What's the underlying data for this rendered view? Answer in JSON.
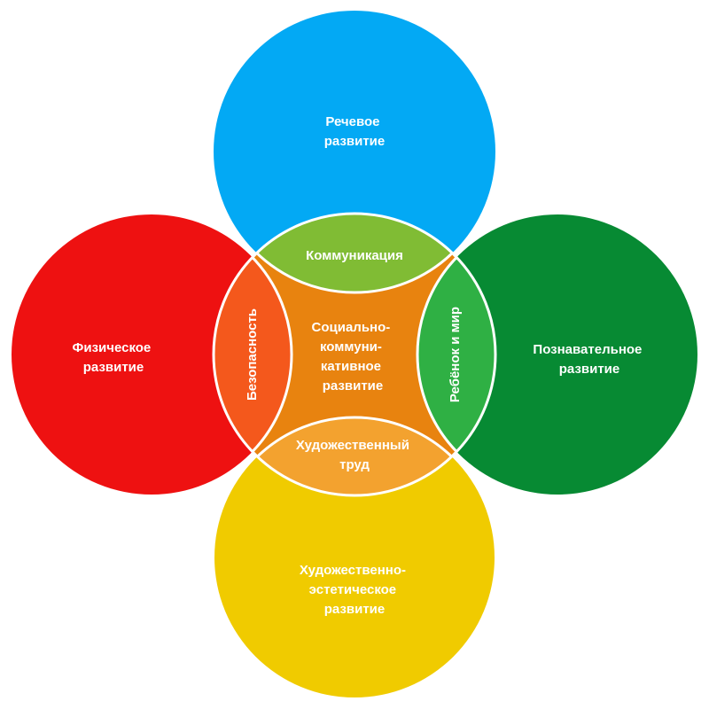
{
  "title": "Образовательные области",
  "colors": {
    "background": "#ffffff",
    "outline": "#ffffff",
    "center": "#E8830F",
    "speech": "#03A9F4",
    "physical": "#EE1111",
    "cognitive": "#078A33",
    "artistic": "#F0CB00",
    "communication_lens": "#80BC34",
    "safety_lens": "#F4581C",
    "world_lens": "#2FB044",
    "labor_lens": "#F3A22F"
  },
  "outer_circles": [
    {
      "id": "speech",
      "lines": [
        "Речевое",
        "развитие"
      ]
    },
    {
      "id": "physical",
      "lines": [
        "Физическое",
        "развитие"
      ]
    },
    {
      "id": "cognitive",
      "lines": [
        "Познавательное",
        "развитие"
      ]
    },
    {
      "id": "artistic",
      "lines": [
        "Художественно-",
        "эстетическое",
        "развитие"
      ]
    }
  ],
  "lenses": [
    {
      "id": "communication",
      "lines": [
        "Коммуникация"
      ]
    },
    {
      "id": "safety",
      "lines": [
        "Безопасность"
      ]
    },
    {
      "id": "world",
      "lines": [
        "Ребёнок и мир"
      ]
    },
    {
      "id": "labor",
      "lines": [
        "Художественный",
        "труд"
      ]
    }
  ],
  "center": {
    "lines": [
      "Социально-",
      "коммуни-",
      "кативное",
      "развитие"
    ]
  }
}
